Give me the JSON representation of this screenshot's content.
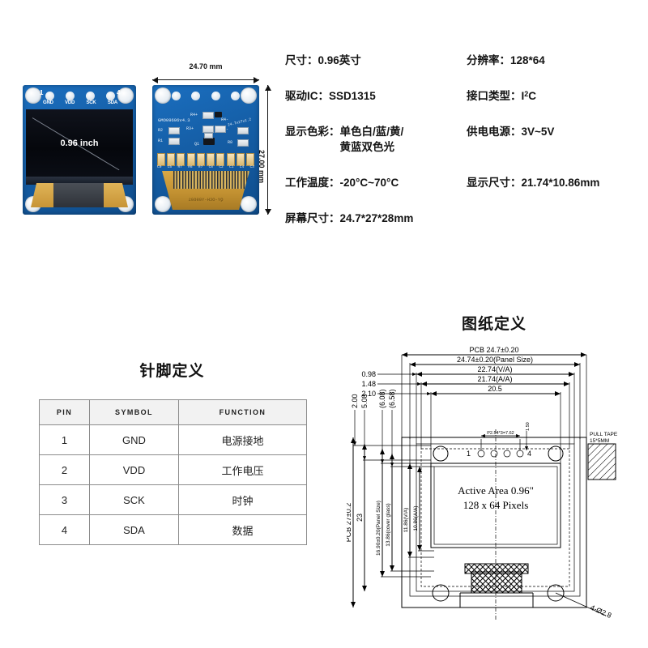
{
  "photos": {
    "front": {
      "screen_text": "0.96 inch",
      "pin_numbers": {
        "first": "1",
        "last": "4"
      },
      "pin_labels": [
        "GND",
        "VDD",
        "SCK",
        "SDA"
      ]
    },
    "back": {
      "silkscreen": {
        "board_id": "GMO09606v4.3",
        "r2": "R2",
        "r1": "R1",
        "r4_plus": "R4+",
        "r3_plus": "R3+",
        "r4_minus": "R4-",
        "r3_minus": "R3-",
        "dim_note": "24.7x27x1.2",
        "q1": "Q1",
        "r8": "R8",
        "cap_labels": [
          "C9",
          "C5",
          "R7",
          "R6",
          "R7",
          "C8",
          "C2",
          "C1",
          "C4",
          "C3"
        ]
      },
      "fpc_text": "QY-OCH-Y09601"
    },
    "dimensions": {
      "width": "24.70 mm",
      "height": "27.00 mm"
    }
  },
  "specs": {
    "rows": [
      [
        {
          "label": "尺寸：",
          "value": "0.96英寸"
        },
        {
          "label": "分辨率：",
          "value": "128*64"
        }
      ],
      [
        {
          "label": "驱动IC：",
          "value": "SSD1315"
        },
        {
          "label": "接口类型：",
          "value": "I",
          "sup": "2",
          "value_after": "C"
        }
      ],
      [
        {
          "label": "显示色彩：",
          "value": "单色白/蓝/黄/\n黄蓝双色光"
        },
        {
          "label": "供电电源：",
          "value": "3V~5V"
        }
      ],
      [
        {
          "label": "工作温度：",
          "value": "-20°C~70°C"
        },
        {
          "label": "显示尺寸：",
          "value": "21.74*10.86mm"
        }
      ],
      [
        {
          "label": "屏幕尺寸：",
          "value": "24.7*27*28mm"
        },
        {
          "label": "",
          "value": ""
        }
      ]
    ]
  },
  "pin_table": {
    "title": "针脚定义",
    "headers": [
      "PIN",
      "SYMBOL",
      "FUNCTION"
    ],
    "rows": [
      {
        "pin": "1",
        "symbol": "GND",
        "function": "电源接地"
      },
      {
        "pin": "2",
        "symbol": "VDD",
        "function": "工作电压"
      },
      {
        "pin": "3",
        "symbol": "SCK",
        "function": "时钟"
      },
      {
        "pin": "4",
        "symbol": "SDA",
        "function": "数据"
      }
    ]
  },
  "drawing": {
    "title": "图纸定义",
    "horizontal_dims": [
      "PCB 24.7±0.20",
      "24.74±0.20(Panel Size)",
      "22.74(V/A)",
      "21.74(A/A)",
      "20.5"
    ],
    "left_offsets": [
      "0.98",
      "1.48",
      "2.10"
    ],
    "vertical_dims_top": [
      "2.00",
      "5.08",
      "(6.08)",
      "(6.58)"
    ],
    "vertical_dims_left": [
      "PCB 27±0.2",
      "23",
      "16.90±0.20(Panel Size)",
      "13.86(cover glass)",
      "11.86(V/A)",
      "10.86(A/A)"
    ],
    "pin_pitch": "P2.54*3=7.62",
    "pin_edge": "1.50",
    "pin_first": "1",
    "pin_last": "4",
    "active_area_line1": "Active Area 0.96\"",
    "active_area_line2": "128 x 64 Pixels",
    "pull_tape_line1": "PULL TAPE",
    "pull_tape_line2": "15*5MM",
    "hole_callout": "4-Ø2.8"
  }
}
